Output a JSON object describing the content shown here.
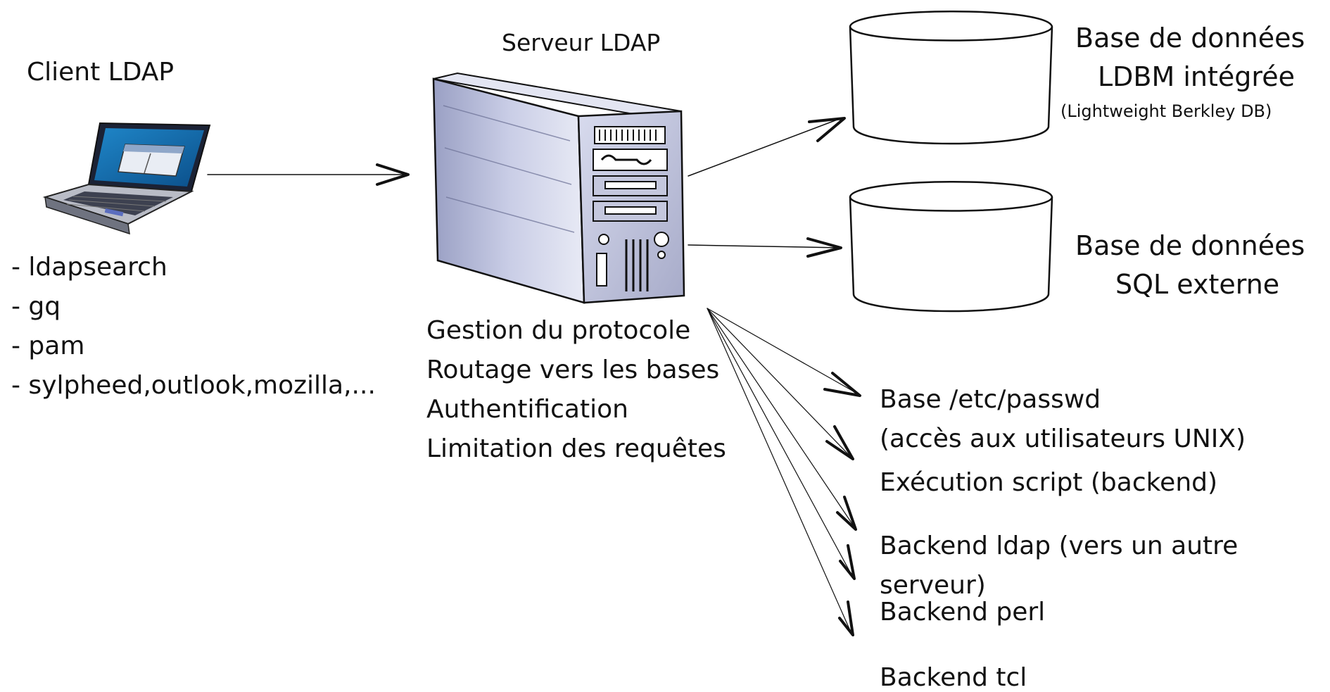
{
  "client": {
    "title": "Client LDAP",
    "tools": [
      "- ldapsearch",
      "- gq",
      "- pam",
      "- sylpheed,outlook,mozilla,..."
    ]
  },
  "server": {
    "title": "Serveur LDAP",
    "functions": [
      "Gestion du protocole",
      "Routage vers les bases",
      "Authentification",
      "Limitation des requêtes"
    ]
  },
  "databases": {
    "ldbm": {
      "line1": "Base de données",
      "line2": "LDBM intégrée",
      "line3": "(Lightweight Berkley DB)"
    },
    "sql": {
      "line1": "Base de données",
      "line2": "SQL externe"
    }
  },
  "backends": {
    "passwd_line1": "Base /etc/passwd",
    "passwd_line2": "(accès aux utilisateurs UNIX)",
    "script": "Exécution script (backend)",
    "ldap_line1": "Backend ldap (vers un autre",
    "ldap_line2": "serveur)",
    "perl": "Backend perl",
    "tcl": "Backend tcl"
  }
}
